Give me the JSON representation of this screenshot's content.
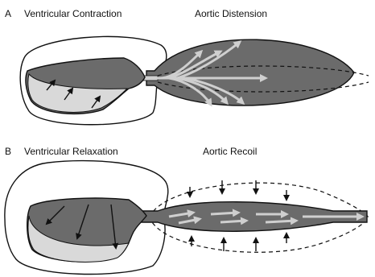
{
  "panels": [
    {
      "letter": "A",
      "left_label": "Ventricular Contraction",
      "right_label": "Aortic Distension"
    },
    {
      "letter": "B",
      "left_label": "Ventricular Relaxation",
      "right_label": "Aortic Recoil"
    }
  ],
  "colors": {
    "tissue_dark": "#6b6b6b",
    "tissue_light": "#d9d9d9",
    "arrow_light": "#c8c8c8",
    "outline": "#111111"
  }
}
